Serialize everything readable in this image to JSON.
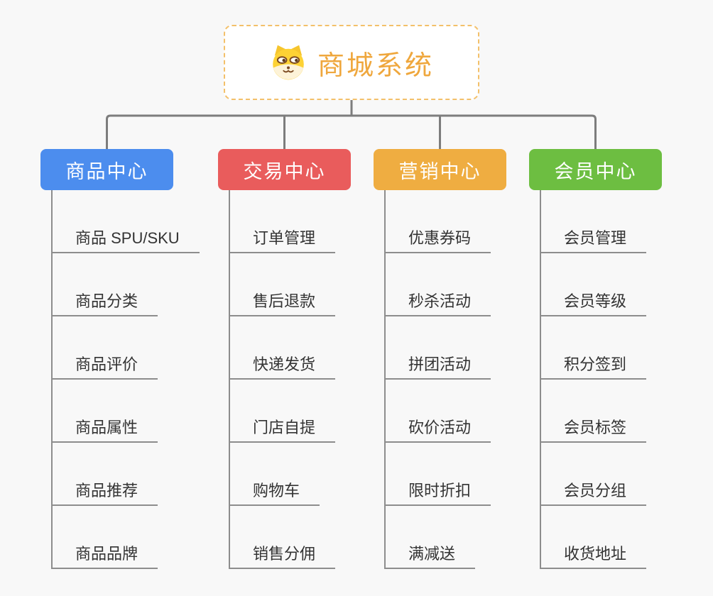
{
  "page": {
    "background_color": "#f8f8f8",
    "connector_color": "#7d7d7d",
    "leaf_line_color": "#8d8d8d"
  },
  "root": {
    "title": "商城系统",
    "icon": "dog-face-icon",
    "text_color": "#efa73d",
    "border_color": "#f3c06a"
  },
  "branches": [
    {
      "label": "商品中心",
      "color": "#4c8dee",
      "children": [
        "商品 SPU/SKU",
        "商品分类",
        "商品评价",
        "商品属性",
        "商品推荐",
        "商品品牌"
      ]
    },
    {
      "label": "交易中心",
      "color": "#e95c5c",
      "children": [
        "订单管理",
        "售后退款",
        "快递发货",
        "门店自提",
        "购物车",
        "销售分佣"
      ]
    },
    {
      "label": "营销中心",
      "color": "#efad41",
      "children": [
        "优惠券码",
        "秒杀活动",
        "拼团活动",
        "砍价活动",
        "限时折扣",
        "满减送"
      ]
    },
    {
      "label": "会员中心",
      "color": "#6dbe41",
      "children": [
        "会员管理",
        "会员等级",
        "积分签到",
        "会员标签",
        "会员分组",
        "收货地址"
      ]
    }
  ]
}
